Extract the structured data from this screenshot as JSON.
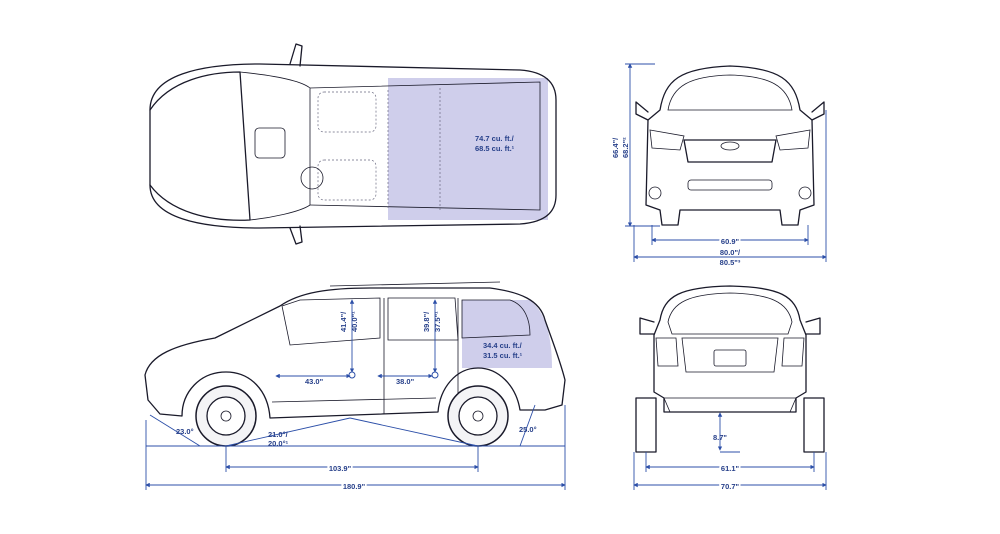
{
  "top_view": {
    "cargo_volume": [
      "74.7 cu. ft./",
      "68.5 cu. ft.¹"
    ]
  },
  "side_view": {
    "front_headroom": [
      "41.4\"/",
      "40.0\"¹"
    ],
    "rear_headroom": [
      "39.8\"/",
      "37.5\"¹"
    ],
    "cargo_volume": [
      "34.4 cu. ft./",
      "31.5 cu. ft.¹"
    ],
    "front_legroom": "43.0\"",
    "rear_legroom": "38.0\"",
    "approach_angle": "23.0°",
    "breakover_angle": [
      "21.0°/",
      "20.0°¹"
    ],
    "departure_angle": "25.0°",
    "wheelbase": "103.9\"",
    "length": "180.9\""
  },
  "front_view": {
    "height": [
      "66.4\"/",
      "68.2\"²"
    ],
    "track_front": "60.9\"",
    "width": [
      "80.0\"/",
      "80.5\"³"
    ]
  },
  "rear_view": {
    "ground_clearance": "8.7\"",
    "track_rear": "61.1\"",
    "width_body": "70.7\""
  },
  "colors": {
    "dimension_blue": "#2c4fa8",
    "cargo_fill": "#c7c6e8",
    "line_art": "#1a1a2a"
  }
}
